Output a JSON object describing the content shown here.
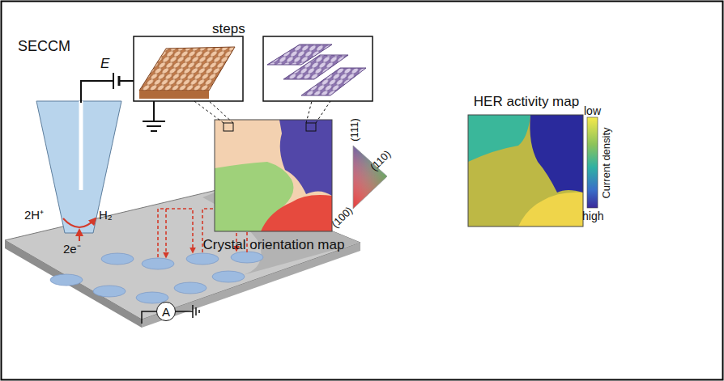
{
  "diagram": {
    "nodes": [
      {
        "text": [
          "A"
        ]
      },
      {
        "text": [
          "Crystal orientation map"
        ]
      },
      {
        "text": [
          "HER activity map"
        ]
      }
    ],
    "labels": [
      "SECCM",
      "E",
      "2H⁺",
      "H₂",
      "2e⁻",
      "steps",
      "(111)",
      "(110)",
      "(100)",
      "low",
      "Current density",
      "high"
    ]
  }
}
